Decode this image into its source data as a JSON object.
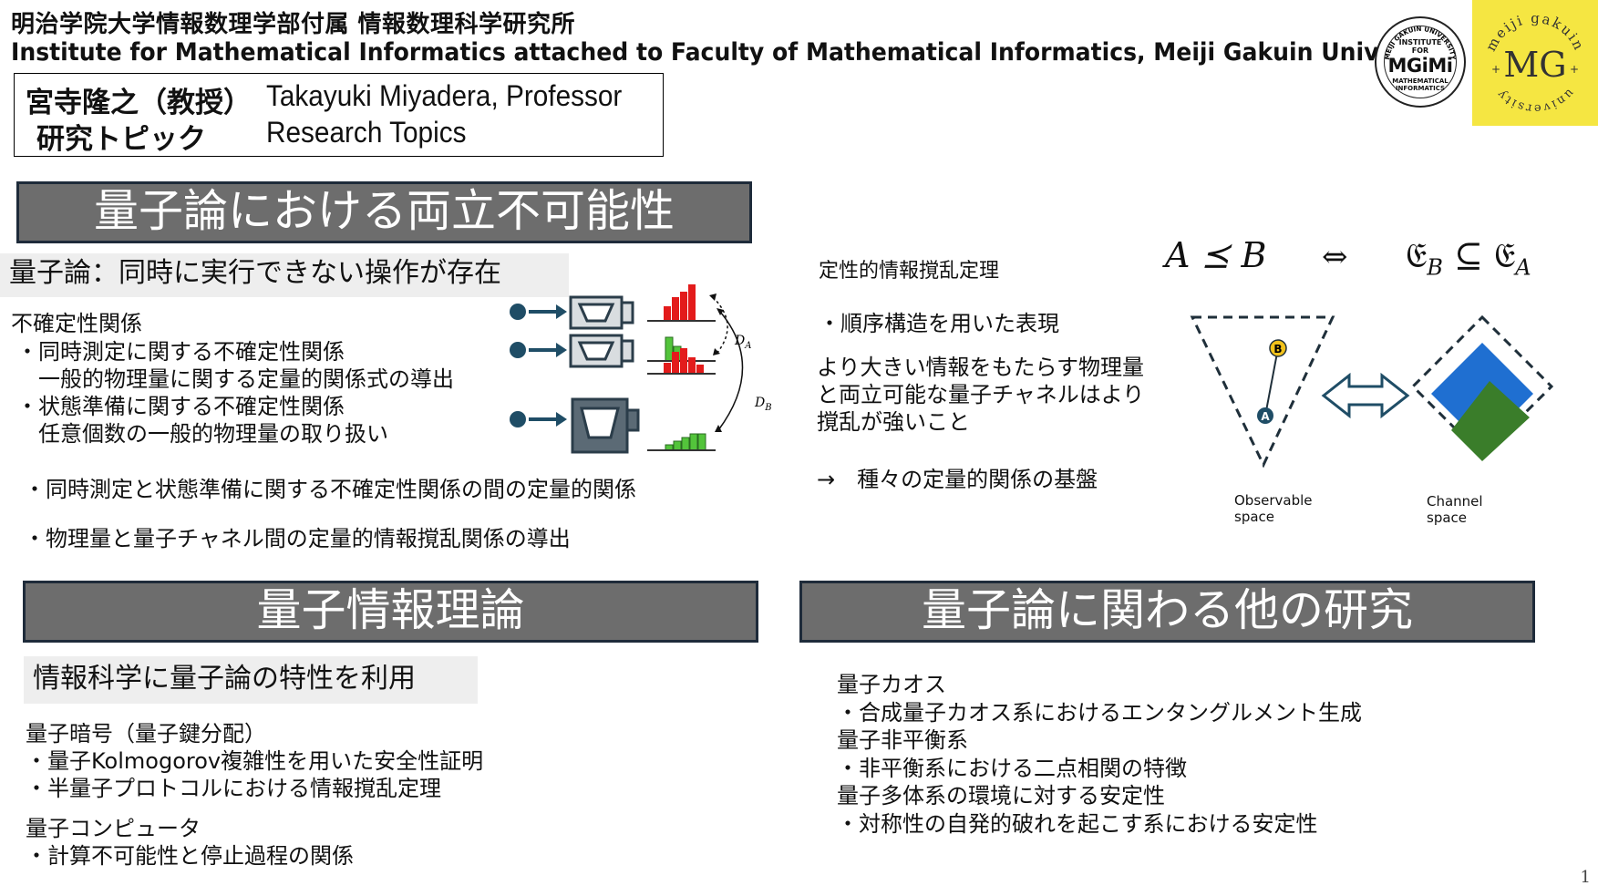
{
  "header": {
    "jp_title": "明治学院大学情報数理学部付属 情報数理科学研究所",
    "en_title": "Institute for Mathematical Informatics attached to Faculty of Mathematical Informatics, Meiji Gakuin University"
  },
  "name_box": {
    "name_jp": "宮寺隆之（教授）",
    "name_en": "Takayuki Miyadera, Professor",
    "topic_jp": "研究トピック",
    "topic_en": "Research Topics"
  },
  "logos": {
    "mgimi": {
      "ring_text": "MEIJI GAKUIN UNIVERSITY",
      "top": "INSTITUTE\nFOR",
      "main": "MGiMi",
      "bottom": "MATHEMATICAL\nINFORMATICS"
    },
    "meiji": {
      "top_arc": "meiji gakuin",
      "bottom_arc": "university",
      "mark": "MG",
      "color": "#f5e642"
    }
  },
  "section1": {
    "banner": "量子論における両立不可能性",
    "subtitle": "量子論：同時に実行できない操作が存在",
    "lines": [
      "不確定性関係",
      "・同時測定に関する不確定性関係",
      "　一般的物理量に関する定量的関係式の導出",
      "・状態準備に関する不確定性関係",
      "　任意個数の一般的物理量の取り扱い"
    ],
    "bullet_a": "・同時測定と状態準備に関する不確定性関係の間の定量的関係",
    "bullet_b": "・物理量と量子チャネル間の定量的情報撹乱関係の導出",
    "figure": {
      "label_da": "D",
      "label_da_sub": "A",
      "label_db": "D",
      "label_db_sub": "B",
      "red": "#e31b1b",
      "green": "#53c43b"
    },
    "right": {
      "title": "定性的情報撹乱定理",
      "formula_left": "A ⪯ B",
      "formula_arrow": "⇔",
      "formula_right_c1": "𝔈",
      "formula_right_sub1": "B",
      "formula_subset": "⊆",
      "formula_right_c2": "𝔈",
      "formula_right_sub2": "A",
      "bullet": "・順序構造を用いた表現",
      "para1": "より大きい情報をもたらす物理量",
      "para2": "と両立可能な量子チャネルはより",
      "para3": "撹乱が強いこと",
      "arrow_line": "→　種々の定量的関係の基盤",
      "obs_label1": "Observable",
      "obs_label2": "space",
      "ch_label1": "Channel",
      "ch_label2": "space",
      "node_a": "A",
      "node_b": "B",
      "blue": "#1f6fd1",
      "green": "#3a7d2a"
    }
  },
  "section2": {
    "banner": "量子情報理論",
    "subtitle": "情報科学に量子論の特性を利用",
    "lines": [
      "量子暗号（量子鍵分配）",
      "・量子Kolmogorov複雑性を用いた安全性証明",
      "・半量子プロトコルにおける情報撹乱定理"
    ],
    "lines2": [
      "量子コンピュータ",
      "・計算不可能性と停止過程の関係"
    ]
  },
  "section3": {
    "banner": "量子論に関わる他の研究",
    "lines": [
      "量子カオス",
      "・合成量子カオス系におけるエンタングルメント生成",
      "量子非平衡系",
      "・非平衡系における二点相関の特徴",
      "量子多体系の環境に対する安定性",
      "・対称性の自発的破れを起こす系における安定性"
    ]
  },
  "page_number": "1"
}
